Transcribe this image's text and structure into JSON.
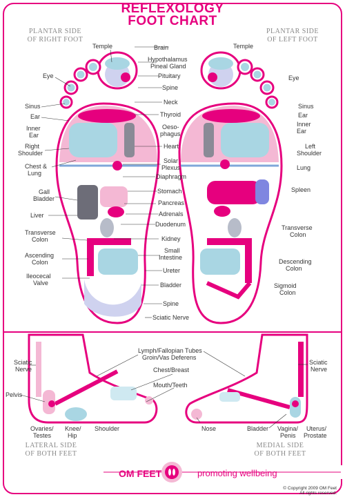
{
  "title_line1": "REFLEXOLOGY",
  "title_line2": "FOOT CHART",
  "plantar_right": [
    "PLANTAR SIDE",
    "OF RIGHT FOOT"
  ],
  "plantar_left": [
    "PLANTAR SIDE",
    "OF LEFT FOOT"
  ],
  "lateral": [
    "LATERAL SIDE",
    "OF BOTH FEET"
  ],
  "medial": [
    "MEDIAL SIDE",
    "OF BOTH FEET"
  ],
  "labels": {
    "brain": "Brain",
    "temple_l": "Temple",
    "temple_r": "Temple",
    "hypothalamus": "Hypothalamus",
    "pineal": "Pineal Gland",
    "pituitary": "Pituitary",
    "spine_top": "Spine",
    "eye_l": "Eye",
    "eye_r": "Eye",
    "neck": "Neck",
    "sinus_l": "Sinus",
    "sinus_r": "Sinus",
    "ear_l": "Ear",
    "ear_r": "Ear",
    "thyroid": "Thyroid",
    "inner_ear_l1": "Inner",
    "inner_ear_l2": "Ear",
    "inner_ear_r1": "Inner",
    "inner_ear_r2": "Ear",
    "oeso1": "Oeso-",
    "oeso2": "phagus",
    "rshoulder1": "Right",
    "rshoulder2": "Shoulder",
    "lshoulder1": "Left",
    "lshoulder2": "Shoulder",
    "heart": "Heart",
    "chest1": "Chest &",
    "chest2": "Lung",
    "solar1": "Solar",
    "solar2": "Plexus",
    "lung": "Lung",
    "diaphragm": "Diaphragm",
    "gall1": "Gall",
    "gall2": "Bladder",
    "stomach": "Stomach",
    "spleen": "Spleen",
    "pancreas": "Pancreas",
    "liver": "Liver",
    "adrenals": "Adrenals",
    "duodenum": "Duodenum",
    "tcolon_l1": "Transverse",
    "tcolon_l2": "Colon",
    "tcolon_r1": "Transverse",
    "tcolon_r2": "Colon",
    "kidney": "Kidney",
    "asc1": "Ascending",
    "asc2": "Colon",
    "small1": "Small",
    "small2": "Intestine",
    "desc1": "Descending",
    "desc2": "Colon",
    "ureter": "Ureter",
    "ileo1": "Ileocecal",
    "ileo2": "Valve",
    "bladder": "Bladder",
    "sig1": "Sigmoid",
    "sig2": "Colon",
    "spine_bottom": "Spine",
    "sciatic_nerve": "Sciatic Nerve",
    "lymph": "Lymph/Fallopian Tubes",
    "groin": "Groin/Vas Deferens",
    "sciatic_l1": "Sciatic",
    "sciatic_l2": "Nerve",
    "sciatic_r1": "Sciatic",
    "sciatic_r2": "Nerve",
    "chest_breast": "Chest/Breast",
    "mouth": "Mouth/Teeth",
    "pelvis": "Pelvis",
    "ovaries1": "Ovaries/",
    "ovaries2": "Testes",
    "knee1": "Knee/",
    "knee2": "Hip",
    "shoulder": "Shoulder",
    "nose": "Nose",
    "bladder2": "Bladder",
    "vagina1": "Vagina/",
    "vagina2": "Penis",
    "uterus1": "Uterus/",
    "uterus2": "Prostate"
  },
  "brand": "OM FEET",
  "tagline": "promoting wellbeing",
  "copyright1": "© Copyright 2009 OM Feet",
  "copyright2": "All rights reserved.",
  "colors": {
    "accent": "#e6007e",
    "pink_light": "#f4b8d4",
    "blue_light": "#a9d6e3",
    "grey": "#8a8a96",
    "lavender": "#cfd2ef"
  }
}
